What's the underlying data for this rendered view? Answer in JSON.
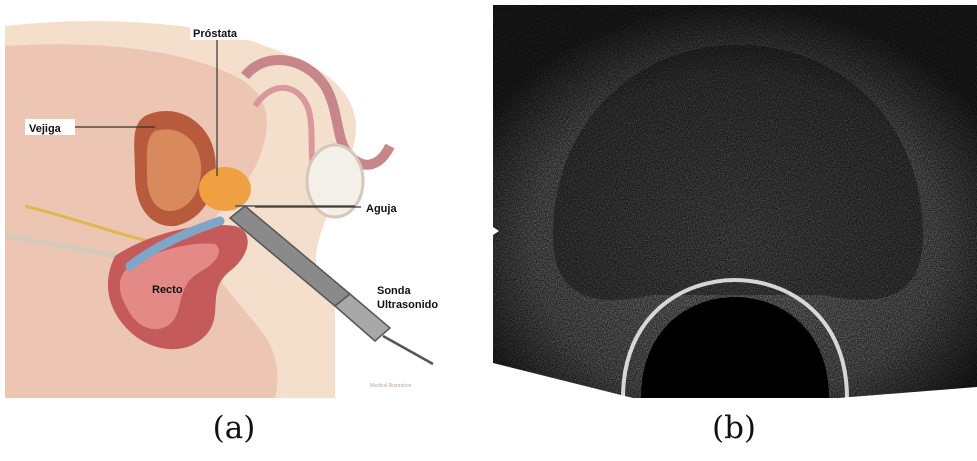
{
  "figure": {
    "panel_a": {
      "caption": "(a)",
      "labels": {
        "prostate": "Próstata",
        "bladder": "Vejiga",
        "needle": "Aguja",
        "rectum": "Recto",
        "probe_line1": "Sonda",
        "probe_line2": "Ultrasonido"
      },
      "credit": "Medical Illustration"
    },
    "panel_b": {
      "caption": "(b)"
    }
  },
  "colors": {
    "tissue_light": "#f2d9c4",
    "tissue_pink": "#e9b7a6",
    "bladder_red": "#b85a3c",
    "prostate_orange": "#f0a040",
    "rectum_red": "#c45a5a",
    "probe_gray": "#8a8a8a",
    "ultrasound_bg": "#050505"
  }
}
